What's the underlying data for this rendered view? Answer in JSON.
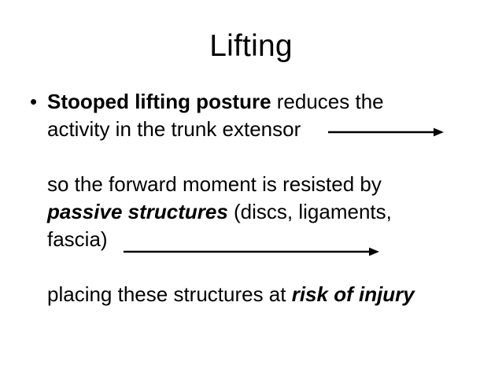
{
  "slide": {
    "title": "Lifting",
    "background_color": "#ffffff",
    "text_color": "#000000",
    "bullet_glyph": "•",
    "lines": [
      {
        "id": "line-1",
        "has_bullet": true,
        "segments": [
          {
            "text": "Stooped lifting posture",
            "style": "bold"
          },
          {
            "text": " reduces the",
            "style": "regular"
          }
        ]
      },
      {
        "id": "line-2",
        "has_bullet": false,
        "segments": [
          {
            "text": "activity in the trunk extensor",
            "style": "regular"
          }
        ]
      },
      {
        "id": "line-3",
        "has_bullet": false,
        "segments": []
      },
      {
        "id": "line-4",
        "has_bullet": false,
        "segments": [
          {
            "text": "so the forward moment is resisted by",
            "style": "regular"
          }
        ]
      },
      {
        "id": "line-5",
        "has_bullet": false,
        "segments": [
          {
            "text": "passive structures",
            "style": "bold-italic"
          },
          {
            "text": " (discs, ligaments,",
            "style": "regular"
          }
        ]
      },
      {
        "id": "line-6",
        "has_bullet": false,
        "segments": [
          {
            "text": "fascia)",
            "style": "regular"
          }
        ]
      },
      {
        "id": "line-7",
        "has_bullet": false,
        "segments": []
      },
      {
        "id": "line-8",
        "has_bullet": false,
        "segments": [
          {
            "text": "placing these structures at ",
            "style": "regular"
          },
          {
            "text": "risk of injury",
            "style": "bold-italic"
          }
        ]
      }
    ],
    "line_texts": {
      "line_1_bold": "Stooped lifting posture",
      "line_1_rest": " reduces the",
      "line_2": "activity in the trunk extensor",
      "line_4": "so the forward moment is resisted by",
      "line_5_bold_italic": "passive structures",
      "line_5_rest": " (discs, ligaments,",
      "line_6": "fascia)",
      "line_8_rest": "placing these structures at ",
      "line_8_bold_italic": "risk of injury"
    },
    "arrows": [
      {
        "id": "arrow-trunk-extensor",
        "direction": "right",
        "color": "#000000"
      },
      {
        "id": "arrow-fascia",
        "direction": "right",
        "color": "#000000"
      }
    ]
  }
}
